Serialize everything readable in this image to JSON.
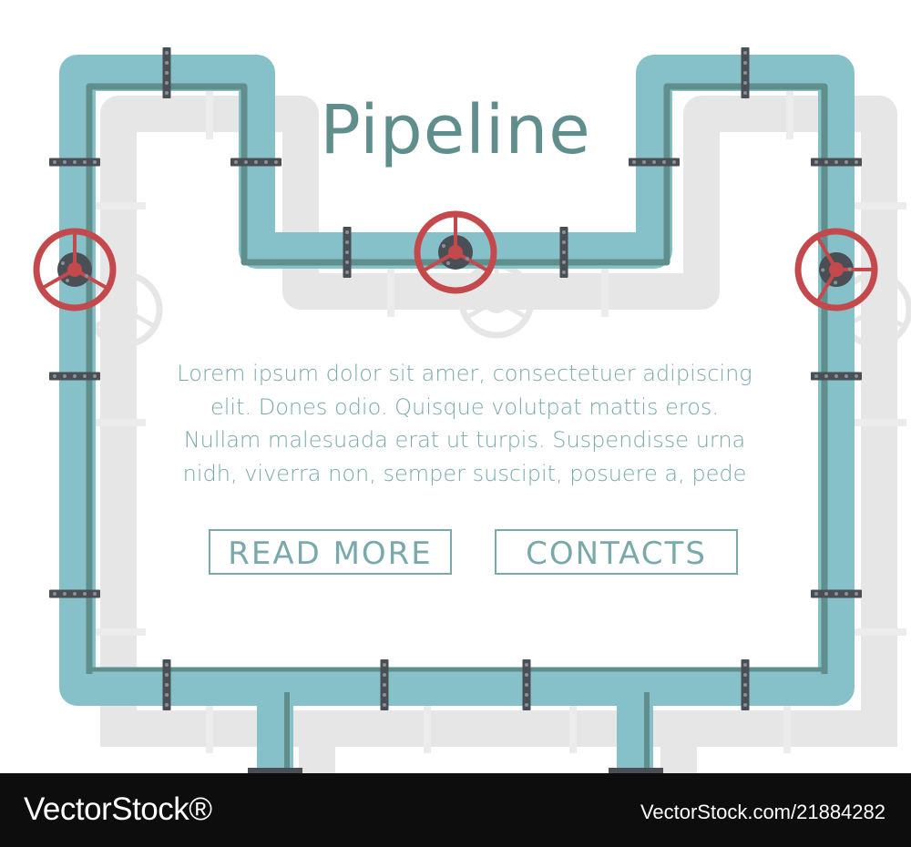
{
  "title": "Pipeline",
  "body_lines": [
    "Lorem ipsum dolor sit amer, consectetuer adipiscing",
    "elit. Dones odio. Quisque volutpat mattis eros.",
    "Nullam malesuada erat ut turpis. Suspendisse urna",
    "nidh, viverra non, semper suscipit, posuere a, pede"
  ],
  "buttons": {
    "read_more": "READ MORE",
    "contacts": "CONTACTS"
  },
  "footer": {
    "brand": "VectorStock®",
    "credit": "VectorStock.com/21884282"
  },
  "colors": {
    "pipe": "#86c1c9",
    "pipe_shadow": "#5f8e8c",
    "valve": "#c3494c",
    "flange": "#4a4f55",
    "ghost_pipe": "#e6e6e6",
    "text": "#7aa9ab",
    "footer_bg": "#0d0d0d"
  },
  "icons": [
    "valve-wheel-icon",
    "flange-icon"
  ]
}
